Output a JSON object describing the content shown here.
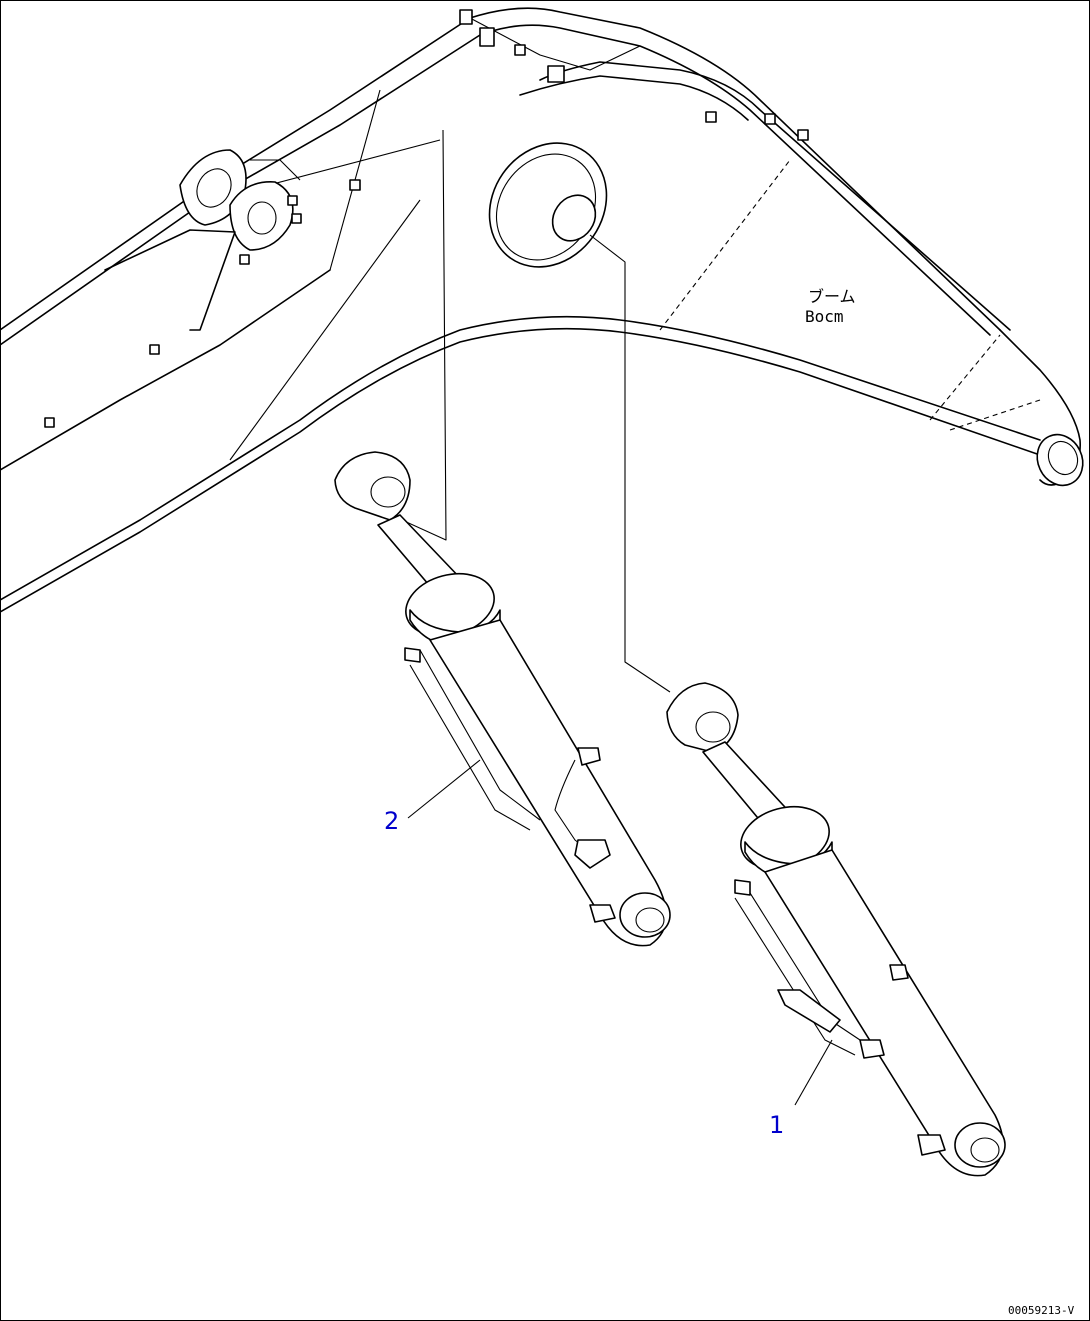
{
  "boom_label": {
    "japanese": "ブーム",
    "english": "Bocm"
  },
  "callouts": [
    {
      "number": "1"
    },
    {
      "number": "2"
    }
  ],
  "drawing_code": "00059213-V"
}
